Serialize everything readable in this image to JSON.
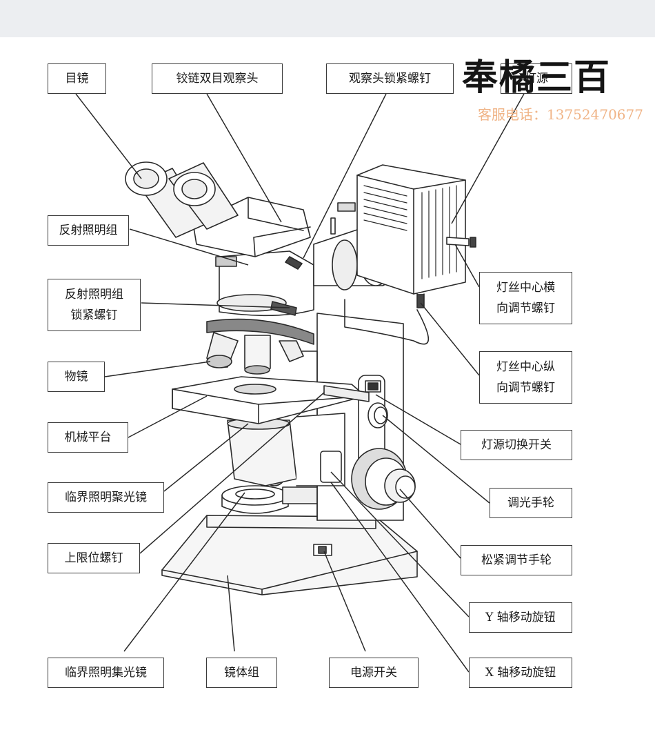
{
  "labels": {
    "eyepiece": "目镜",
    "hinged_head": "铰链双目观察头",
    "head_lock_screw": "观察头锁紧螺钉",
    "lamp_housing": "灯源",
    "reflect_group": "反射照明组",
    "reflect_lock": "反射照明组\n锁紧螺钉",
    "objective": "物镜",
    "stage": "机械平台",
    "critical_condenser": "临界照明聚光镜",
    "upper_limit_screw": "上限位螺钉",
    "critical_collector": "临界照明集光镜",
    "body_group": "镜体组",
    "power_switch": "电源开关",
    "filament_h": "灯丝中心横\n向调节螺钉",
    "filament_v": "灯丝中心纵\n向调节螺钉",
    "lamp_switch": "灯源切换开关",
    "dimmer_wheel": "调光手轮",
    "tension_wheel": "松紧调节手轮",
    "y_knob": "Y 轴移动旋钮",
    "x_knob": "X 轴移动旋钮"
  },
  "watermark": {
    "brand": "奉橘三百",
    "phone": "客服电话：13752470677"
  },
  "colors": {
    "line": "#2a2a2a",
    "box_border": "#3a3a3a",
    "watermark_phone": "#f0b487"
  }
}
